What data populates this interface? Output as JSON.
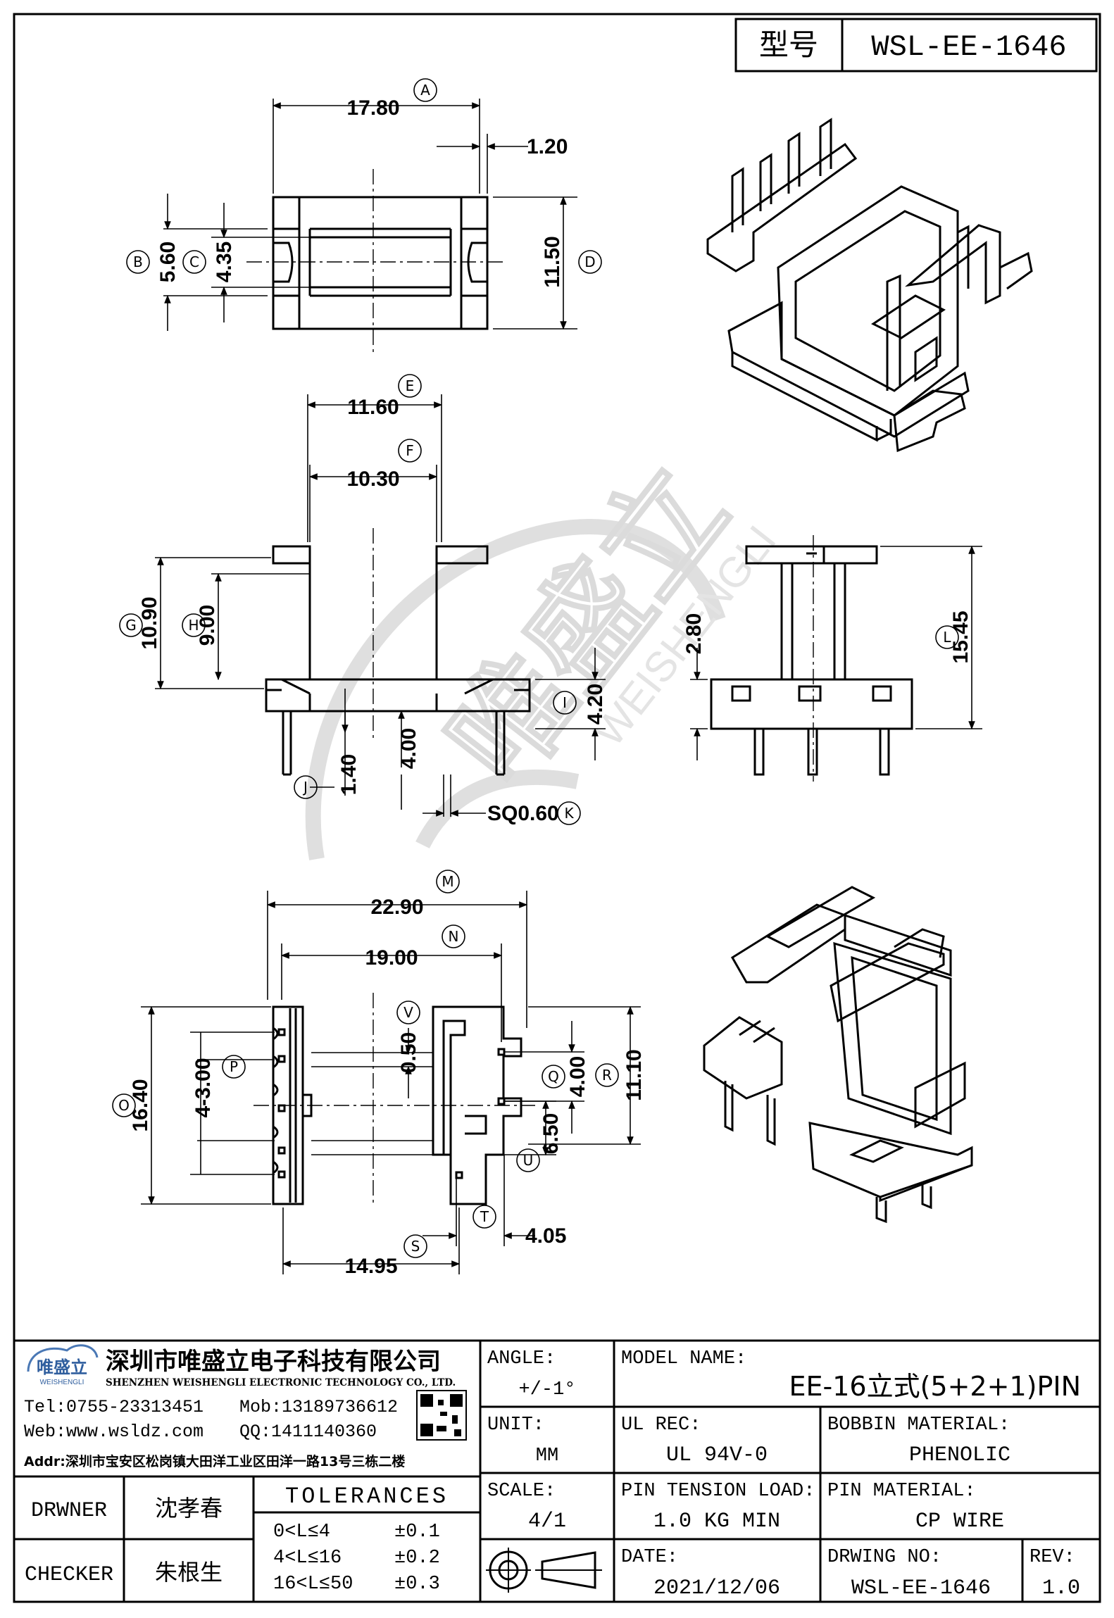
{
  "title_block": {
    "type_label": "型号",
    "type_value": "WSL-EE-1646"
  },
  "views": {
    "top": {
      "dims": {
        "A_value": "17.80",
        "A_label": "A",
        "pin_offset_value": "1.20",
        "B_value": "5.60",
        "B_label": "B",
        "C_value": "4.35",
        "C_label": "C",
        "D_value": "11.50",
        "D_label": "D"
      }
    },
    "front": {
      "dims": {
        "E_value": "11.60",
        "E_label": "E",
        "F_value": "10.30",
        "F_label": "F",
        "G_value": "10.90",
        "G_label": "G",
        "H_value": "9.00",
        "H_label": "H",
        "I_value": "4.20",
        "I_label": "I",
        "J_value": "1.40",
        "J_label": "J",
        "pin_len_value": "4.00",
        "K_value": "SQ0.60",
        "K_label": "K"
      }
    },
    "side": {
      "dims": {
        "L_value": "15.45",
        "L_label": "L",
        "flange_value": "2.80"
      }
    },
    "bottom": {
      "dims": {
        "M_value": "22.90",
        "M_label": "M",
        "N_value": "19.00",
        "N_label": "N",
        "O_value": "16.40",
        "O_label": "O",
        "P_value": "4-3.00",
        "P_label": "P",
        "V_value": "0.50",
        "V_label": "V",
        "Q_value": "4.00",
        "Q_label": "Q",
        "R_value": "11.10",
        "R_label": "R",
        "U_value": "6.50",
        "U_label": "U",
        "T_label": "T",
        "T_value": "4.05",
        "S_value": "14.95",
        "S_label": "S"
      }
    }
  },
  "watermark": {
    "brand": "唯盛立",
    "latin": "WEISHENGLI"
  },
  "company": {
    "name_cn": "深圳市唯盛立电子科技有限公司",
    "name_en": "SHENZHEN WEISHENGLI ELECTRONIC TECHNOLOGY CO., LTD.",
    "logo_text": "唯盛立",
    "logo_sub": "WEISHENGLI",
    "tel": "Tel:0755-23313451",
    "mob": "Mob:13189736612",
    "web": "Web:www.wsldz.com",
    "qq": "QQ:1411140360",
    "addr": "Addr:深圳市宝安区松岗镇大田洋工业区田洋一路13号三栋二楼"
  },
  "signoff": {
    "drawer_label": "DRWNER",
    "drawer_name": "沈孝春",
    "checker_label": "CHECKER",
    "checker_name": "朱根生"
  },
  "tolerances": {
    "header": "TOLERANCES",
    "rows": [
      {
        "range": "0<L≤4",
        "value": "±0.1"
      },
      {
        "range": "4<L≤16",
        "value": "±0.2"
      },
      {
        "range": "16<L≤50",
        "value": "±0.3"
      }
    ]
  },
  "specs": {
    "angle_label": "ANGLE:",
    "angle_value": "+/-1°",
    "model_label": "MODEL NAME:",
    "model_value": "EE-16立式(5+2+1)PIN",
    "unit_label": "UNIT:",
    "unit_value": "MM",
    "ul_label": "UL REC:",
    "ul_value": "UL 94V-0",
    "bobbin_label": "BOBBIN MATERIAL:",
    "bobbin_value": "PHENOLIC",
    "scale_label": "SCALE:",
    "scale_value": "4/1",
    "tension_label": "PIN TENSION LOAD:",
    "tension_value": "1.0 KG MIN",
    "pinmat_label": "PIN MATERIAL:",
    "pinmat_value": "CP WIRE",
    "date_label": "DATE:",
    "date_value": "2021/12/06",
    "dwgno_label": "DRWING NO:",
    "dwgno_value": "WSL-EE-1646",
    "rev_label": "REV:",
    "rev_value": "1.0"
  }
}
